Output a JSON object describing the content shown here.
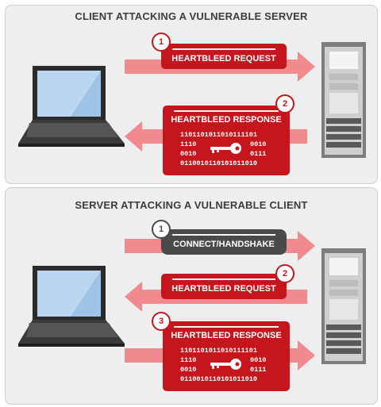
{
  "panels": [
    {
      "title": "CLIENT ATTACKING A VULNERABLE SERVER",
      "request": {
        "step": "1",
        "label": "HEARTBLEED REQUEST"
      },
      "response": {
        "step": "2",
        "label": "HEARTBLEED RESPONSE",
        "binary": {
          "line1": "1101101011010111101",
          "line2_left": "1110",
          "line2_right": "0010",
          "line3_left": "0010",
          "line3_right": "0111",
          "line4": "0110010110101011010"
        }
      }
    },
    {
      "title": "SERVER ATTACKING A VULNERABLE CLIENT",
      "handshake": {
        "step": "1",
        "label": "CONNECT/HANDSHAKE"
      },
      "request": {
        "step": "2",
        "label": "HEARTBLEED REQUEST"
      },
      "response": {
        "step": "3",
        "label": "HEARTBLEED RESPONSE",
        "binary": {
          "line1": "1101101011010111101",
          "line2_left": "1110",
          "line2_right": "0010",
          "line3_left": "0010",
          "line3_right": "0111",
          "line4": "0110010110101011010"
        }
      }
    }
  ],
  "colors": {
    "accent": "#c4161c",
    "arrow": "#f08a8e",
    "handshake": "#4a4a4a",
    "panel": "#eeeeee"
  },
  "icons": [
    "laptop-icon",
    "server-tower-icon",
    "key-icon"
  ]
}
